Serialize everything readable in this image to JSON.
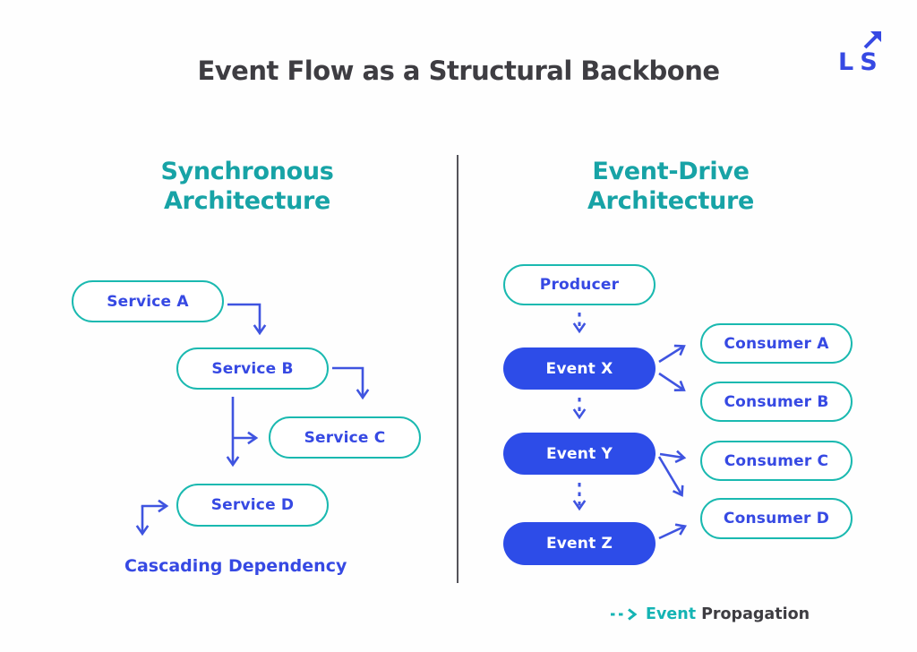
{
  "title": "Event Flow as a Structural Backbone",
  "logo": {
    "text": "LS",
    "icon": "arrow-up-right"
  },
  "colors": {
    "teal_heading": "#17A3A6",
    "teal_border": "#1AB9B0",
    "teal_legend": "#14B4B4",
    "blue_text": "#3649E3",
    "blue_fill": "#2D4CE8",
    "blue_arrow": "#3F54E0",
    "dark_text": "#3E3D42",
    "divider": "#55545A"
  },
  "left_section": {
    "heading": "Synchronous\nArchitecture",
    "nodes": [
      {
        "label": "Service A"
      },
      {
        "label": "Service B"
      },
      {
        "label": "Service C"
      },
      {
        "label": "Service D"
      }
    ],
    "caption": "Cascading Dependency",
    "edges": [
      "Service A -> Service B",
      "Service B -> Service C",
      "Service B -> Service D",
      "Service D <-> Cascading Dependency"
    ]
  },
  "right_section": {
    "heading": "Event-Drive\nArchitecture",
    "producer": {
      "label": "Producer"
    },
    "events": [
      {
        "label": "Event X"
      },
      {
        "label": "Event Y"
      },
      {
        "label": "Event Z"
      }
    ],
    "consumers": [
      {
        "label": "Consumer A"
      },
      {
        "label": "Consumer B"
      },
      {
        "label": "Consumer C"
      },
      {
        "label": "Consumer D"
      }
    ],
    "edges": [
      "Producer --> Event X (dashed)",
      "Event X --> Event Y (dashed)",
      "Event Y --> Event Z (dashed)",
      "Event X -> Consumer A",
      "Event X -> Consumer B",
      "Event Y -> Consumer C",
      "Event Y -> Consumer D",
      "Event Z -> Consumer D"
    ]
  },
  "legend": {
    "accent": "Event",
    "rest": "Propagation"
  }
}
